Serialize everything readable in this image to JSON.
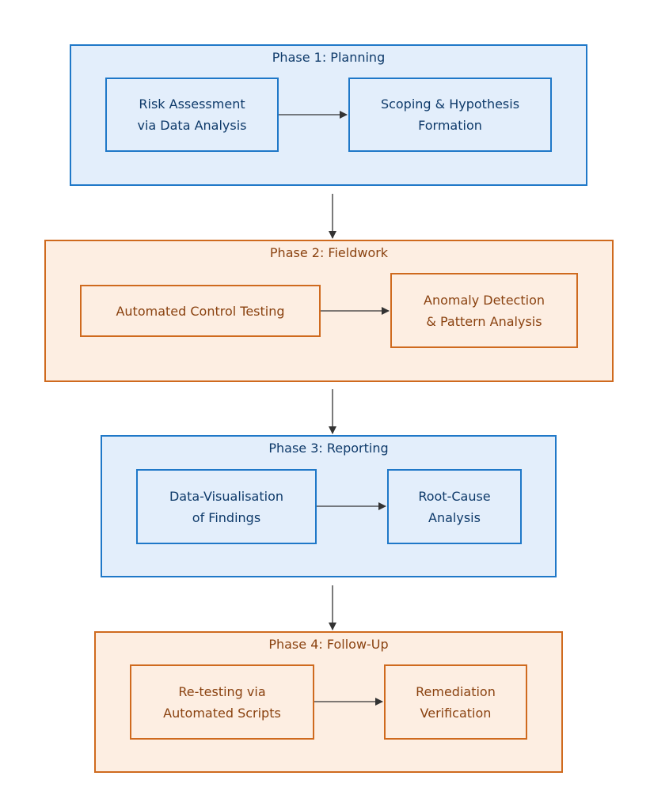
{
  "colors": {
    "blue_fill": "#e3eefb",
    "blue_stroke": "#1f78c8",
    "orange_fill": "#fdeee2",
    "orange_stroke": "#cf6a1e",
    "arrow": "#333333"
  },
  "phases": [
    {
      "title": "Phase 1: Planning",
      "nodes": [
        "Risk Assessment\nvia Data Analysis",
        "Scoping & Hypothesis\nFormation"
      ]
    },
    {
      "title": "Phase 2: Fieldwork",
      "nodes": [
        "Automated Control Testing",
        "Anomaly Detection\n& Pattern Analysis"
      ]
    },
    {
      "title": "Phase 3: Reporting",
      "nodes": [
        "Data-Visualisation\nof Findings",
        "Root-Cause\nAnalysis"
      ]
    },
    {
      "title": "Phase 4: Follow-Up",
      "nodes": [
        "Re-testing via\nAutomated Scripts",
        "Remediation\nVerification"
      ]
    }
  ]
}
